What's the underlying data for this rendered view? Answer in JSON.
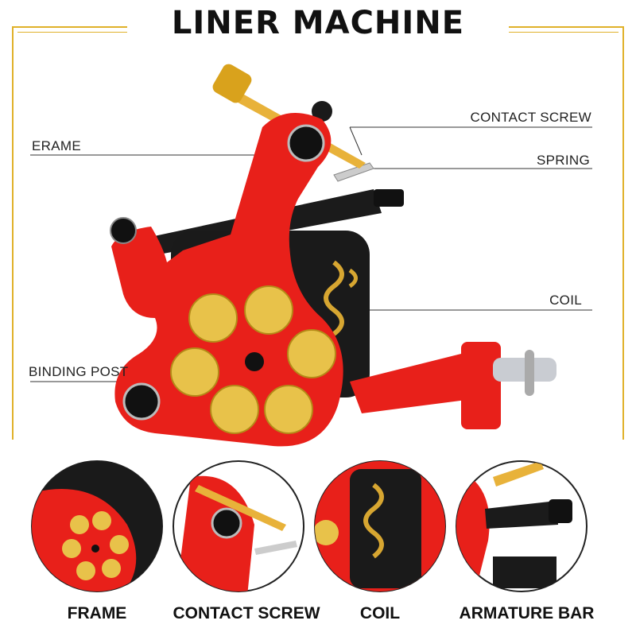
{
  "title": "LINER MACHINE",
  "callouts": {
    "contact_screw": "CONTACT SCREW",
    "frame": "ERAME",
    "spring": "SPRING",
    "coil": "COIL",
    "binding_post": "BINDING POST"
  },
  "captions": [
    "FRAME",
    "CONTACT SCREW",
    "COIL",
    "ARMATURE BAR"
  ],
  "colors": {
    "frame_red": "#e8201a",
    "gold_accent": "#e0b12a",
    "coil_black": "#1a1a1a",
    "brass": "#e8c24a"
  }
}
